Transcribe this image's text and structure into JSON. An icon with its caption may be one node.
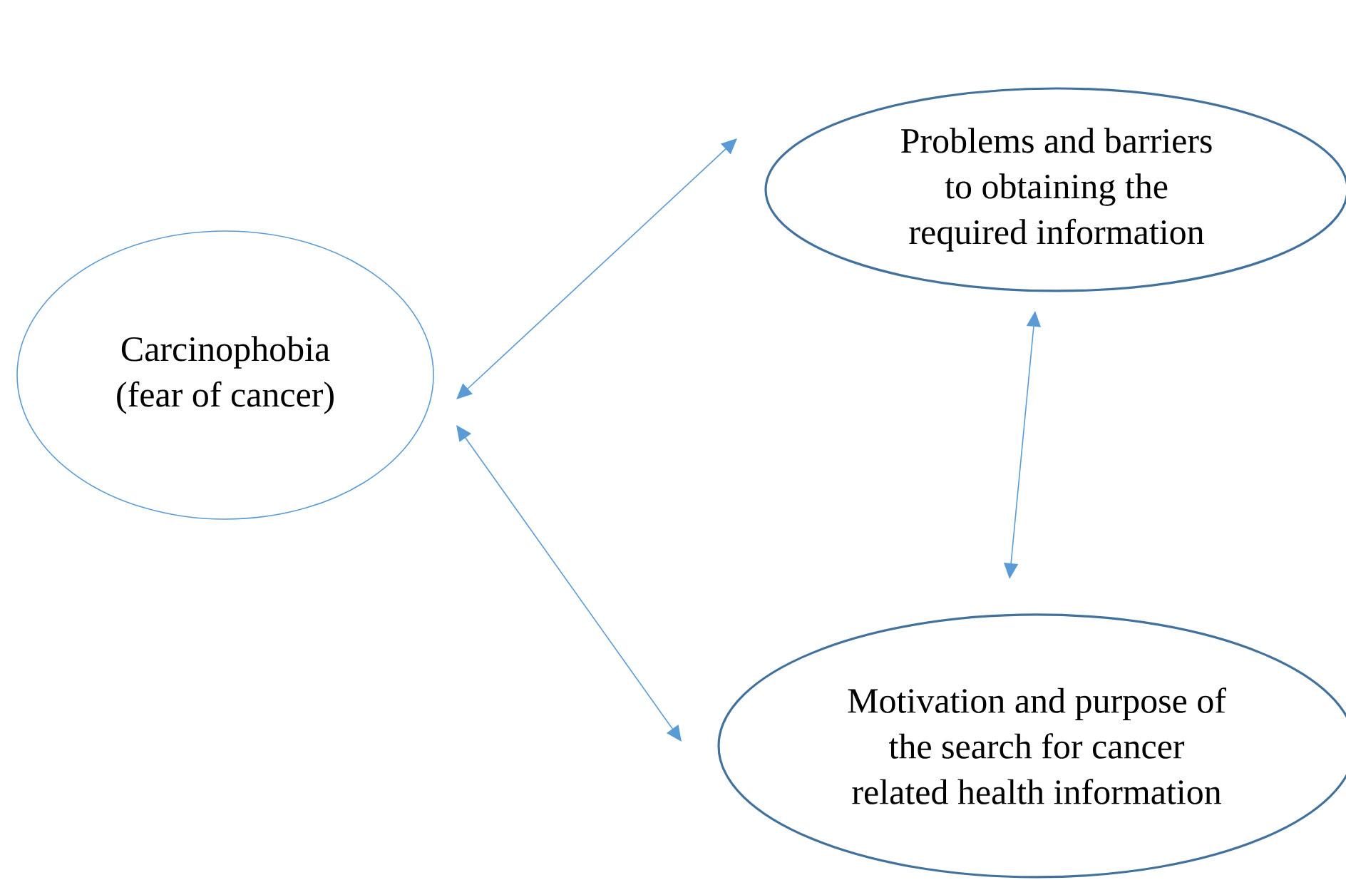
{
  "diagram": {
    "nodes": [
      {
        "text": [
          "Carcinophobia (fear of cancer)"
        ]
      },
      {
        "text": [
          "Problems and barriers to obtaining the required information"
        ]
      },
      {
        "text": [
          "Motivation and purpose of the search for cancer related health information"
        ]
      }
    ],
    "edges": [
      {
        "from": 0,
        "to": 1,
        "arrow": "both"
      },
      {
        "from": 0,
        "to": 2,
        "arrow": "both"
      },
      {
        "from": 1,
        "to": 2,
        "arrow": "both"
      }
    ]
  }
}
